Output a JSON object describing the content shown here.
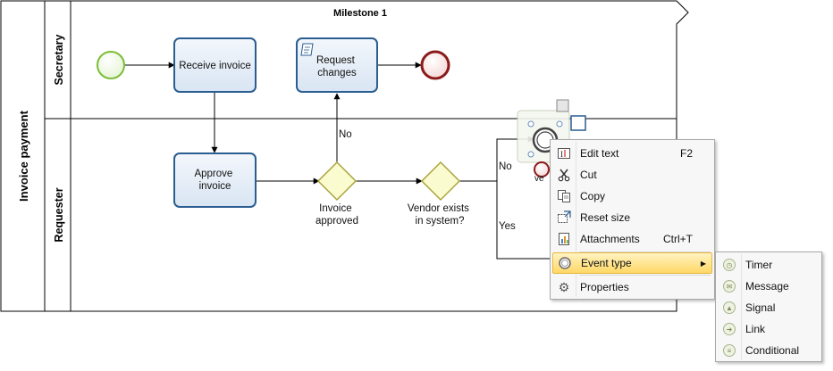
{
  "diagram": {
    "pool_name": "Invoice payment",
    "milestone": "Milestone 1",
    "lanes": [
      "Secretary",
      "Requester"
    ],
    "tasks": {
      "receive_invoice": "Receive invoice",
      "request_changes": [
        "Request",
        "changes"
      ],
      "approve_invoice": [
        "Approve",
        "invoice"
      ]
    },
    "gateways": {
      "invoice_approved": [
        "Invoice",
        "approved"
      ],
      "vendor_exists": [
        "Vendor exists",
        "in system?"
      ]
    },
    "flow_labels": {
      "no_up": "No",
      "no_right": "No",
      "yes": "Yes"
    },
    "partial_label": "ve",
    "colors": {
      "task_fill": "#e7eef8",
      "task_stroke": "#2a5d90",
      "gateway_fill": "#fbfbd0",
      "gateway_stroke": "#a9a33c",
      "start": "#7bbd38",
      "end": "#8b1a1a"
    }
  },
  "context_menu": {
    "items": [
      {
        "label": "Edit text",
        "shortcut": "F2",
        "icon": "edit-text-icon"
      },
      {
        "label": "Cut",
        "shortcut": "",
        "icon": "scissors-icon"
      },
      {
        "label": "Copy",
        "shortcut": "",
        "icon": "copy-icon"
      },
      {
        "label": "Reset size",
        "shortcut": "",
        "icon": "reset-size-icon"
      },
      {
        "label": "Attachments",
        "shortcut": "Ctrl+T",
        "icon": "attachments-icon"
      },
      {
        "label": "Event type",
        "shortcut": "",
        "icon": "event-circle-icon"
      },
      {
        "label": "Properties",
        "shortcut": "",
        "icon": "gear-icon"
      }
    ]
  },
  "event_type_submenu": {
    "items": [
      {
        "label": "Timer",
        "icon": "timer-icon"
      },
      {
        "label": "Message",
        "icon": "message-icon"
      },
      {
        "label": "Signal",
        "icon": "signal-icon"
      },
      {
        "label": "Link",
        "icon": "link-icon"
      },
      {
        "label": "Conditional",
        "icon": "conditional-icon"
      }
    ]
  }
}
